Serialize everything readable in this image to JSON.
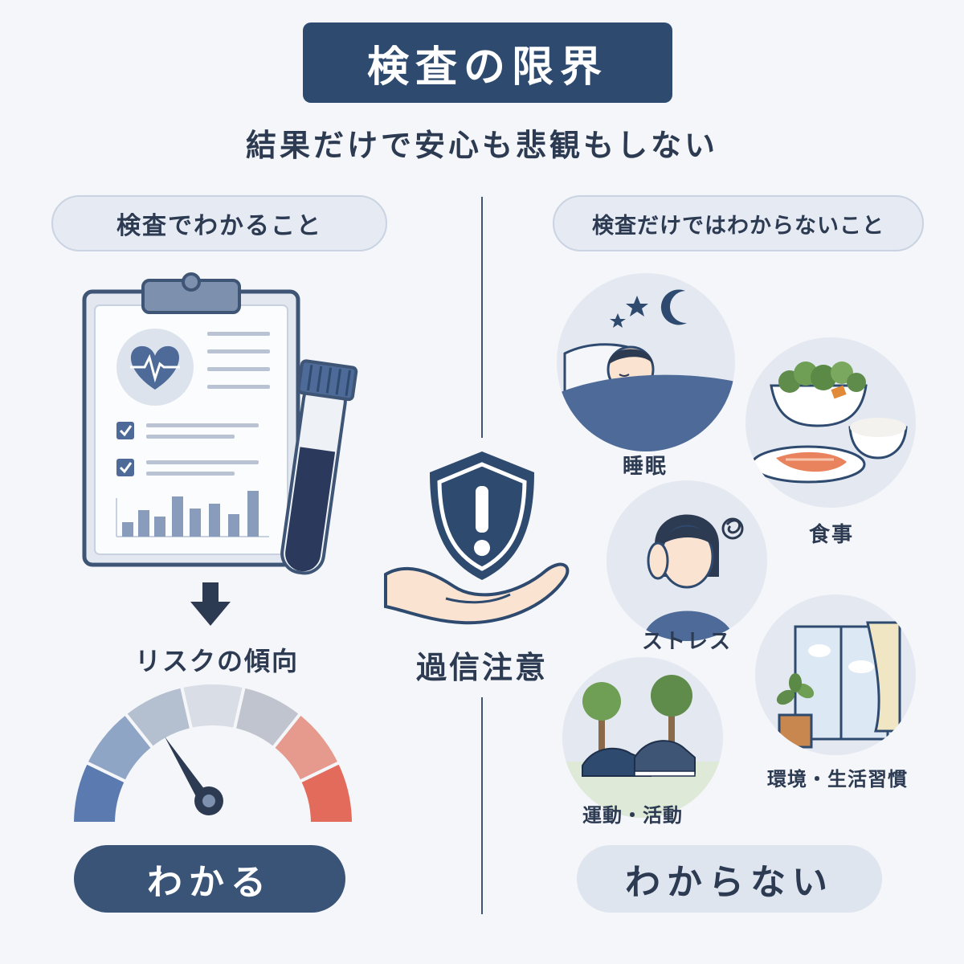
{
  "title": "検査の限界",
  "subtitle": "結果だけで安心も悲観もしない",
  "left": {
    "heading": "検査でわかること",
    "risk_label": "リスクの傾向",
    "result": "わかる"
  },
  "center": {
    "caution": "過信注意"
  },
  "right": {
    "heading": "検査だけではわからないこと",
    "items": [
      "睡眠",
      "食事",
      "ストレス",
      "環境・生活習慣",
      "運動・活動"
    ],
    "result": "わからない"
  },
  "colors": {
    "navy": "#2e4a6f",
    "light_blue": "#e6ebf3",
    "gauge": [
      "#5b7bb0",
      "#8fa5c6",
      "#b4bfd0",
      "#d8dde6",
      "#c0c4cf",
      "#e69a8e",
      "#e26b5c"
    ]
  }
}
